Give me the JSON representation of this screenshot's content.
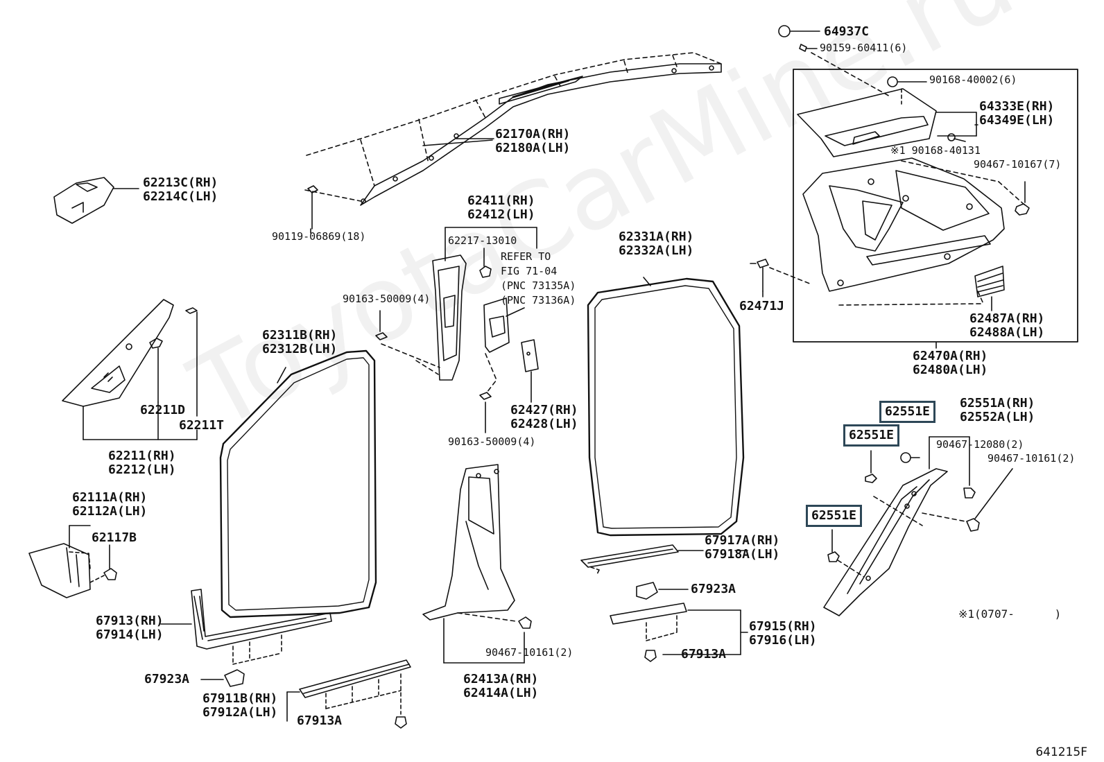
{
  "watermark": "ToyotaCarMine.ru",
  "figure_code": "641215F",
  "note_right": "※1(0707-      )",
  "highlight_color": "#2d4757",
  "highlights": [
    "62551E",
    "62551E",
    "62551E"
  ],
  "labels": [
    {
      "id": "p64937C",
      "lines": [
        "64937C"
      ]
    },
    {
      "id": "p90159",
      "lines": [
        "90159-60411(6)"
      ]
    },
    {
      "id": "p90168a",
      "lines": [
        "90168-40002(6)"
      ]
    },
    {
      "id": "p64333E",
      "lines": [
        "64333E(RH)",
        "64349E(LH)"
      ]
    },
    {
      "id": "p90168b",
      "lines": [
        "※1 90168-40131"
      ]
    },
    {
      "id": "p90467c",
      "lines": [
        "90467-10167(7)"
      ]
    },
    {
      "id": "p62471J",
      "lines": [
        "62471J"
      ]
    },
    {
      "id": "p62487A",
      "lines": [
        "62487A(RH)",
        "62488A(LH)"
      ]
    },
    {
      "id": "p62470A",
      "lines": [
        "62470A(RH)",
        "62480A(LH)"
      ]
    },
    {
      "id": "p62170A",
      "lines": [
        "62170A(RH)",
        "62180A(LH)"
      ]
    },
    {
      "id": "p62213C",
      "lines": [
        "62213C(RH)",
        "62214C(LH)"
      ]
    },
    {
      "id": "p90119",
      "lines": [
        "90119-06869(18)"
      ]
    },
    {
      "id": "p62411",
      "lines": [
        "62411(RH)",
        "62412(LH)"
      ]
    },
    {
      "id": "p62217",
      "lines": [
        "62217-13010"
      ]
    },
    {
      "id": "pRefer",
      "lines": [
        "REFER TO",
        "FIG 71-04",
        "(PNC 73135A)",
        "(PNC 73136A)"
      ]
    },
    {
      "id": "p90163a",
      "lines": [
        "90163-50009(4)"
      ]
    },
    {
      "id": "p62331A",
      "lines": [
        "62331A(RH)",
        "62332A(LH)"
      ]
    },
    {
      "id": "p62311B",
      "lines": [
        "62311B(RH)",
        "62312B(LH)"
      ]
    },
    {
      "id": "p62211D",
      "lines": [
        "62211D"
      ]
    },
    {
      "id": "p62211T",
      "lines": [
        "62211T"
      ]
    },
    {
      "id": "p62211",
      "lines": [
        "62211(RH)",
        "62212(LH)"
      ]
    },
    {
      "id": "p62427",
      "lines": [
        "62427(RH)",
        "62428(LH)"
      ]
    },
    {
      "id": "p90163b",
      "lines": [
        "90163-50009(4)"
      ]
    },
    {
      "id": "p62551A",
      "lines": [
        "62551A(RH)",
        "62552A(LH)"
      ]
    },
    {
      "id": "p90467a",
      "lines": [
        "90467-12080(2)"
      ]
    },
    {
      "id": "p90467b",
      "lines": [
        "90467-10161(2)"
      ]
    },
    {
      "id": "p62111A",
      "lines": [
        "62111A(RH)",
        "62112A(LH)"
      ]
    },
    {
      "id": "p62117B",
      "lines": [
        "62117B"
      ]
    },
    {
      "id": "p67917A",
      "lines": [
        "67917A(RH)",
        "67918A(LH)"
      ]
    },
    {
      "id": "p67923Ar",
      "lines": [
        "67923A"
      ]
    },
    {
      "id": "p67913",
      "lines": [
        "67913(RH)",
        "67914(LH)"
      ]
    },
    {
      "id": "p90467d",
      "lines": [
        "90467-10161(2)"
      ]
    },
    {
      "id": "p67915",
      "lines": [
        "67915(RH)",
        "67916(LH)"
      ]
    },
    {
      "id": "p67913Ar",
      "lines": [
        "67913A"
      ]
    },
    {
      "id": "p67923Al",
      "lines": [
        "67923A"
      ]
    },
    {
      "id": "p67911B",
      "lines": [
        "67911B(RH)",
        "67912A(LH)"
      ]
    },
    {
      "id": "p67913Al",
      "lines": [
        "67913A"
      ]
    },
    {
      "id": "p62413A",
      "lines": [
        "62413A(RH)",
        "62414A(LH)"
      ]
    }
  ]
}
